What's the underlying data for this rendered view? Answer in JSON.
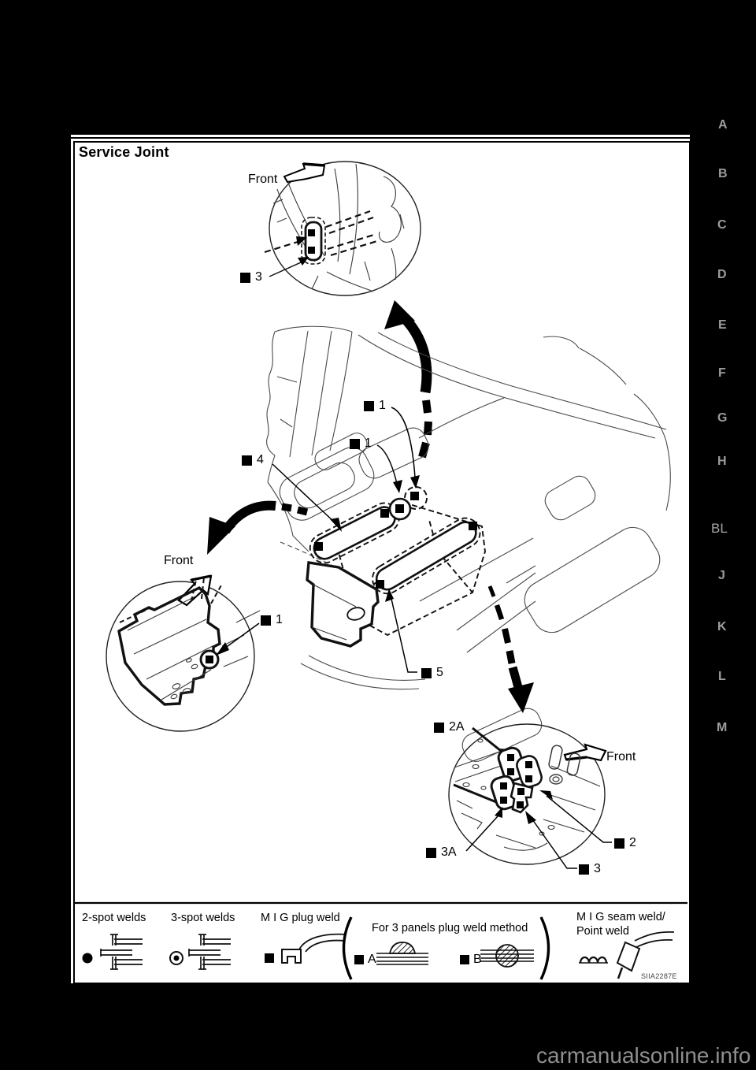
{
  "page": {
    "watermark": "carmanualsonline.info",
    "background_color": "#000000",
    "paper_color": "#ffffff"
  },
  "sidebar": {
    "letters": [
      "A",
      "B",
      "C",
      "D",
      "E",
      "F",
      "G",
      "H"
    ],
    "current_section": "BL",
    "letters_lower": [
      "J",
      "K",
      "L",
      "M"
    ]
  },
  "figure": {
    "title": "Service Joint",
    "code": "SIIA2287E",
    "front_label": "Front",
    "callouts": {
      "c1": "1",
      "c2": "2",
      "c3": "3",
      "c4": "4",
      "c5": "5",
      "c2a": "2A",
      "c3a": "3A"
    }
  },
  "legend": {
    "spot2": "2-spot welds",
    "spot3": "3-spot welds",
    "mig_plug": "M I G plug weld",
    "three_panel": "For 3 panels plug weld method",
    "panel_a": "A",
    "panel_b": "B",
    "mig_seam_line1": "M I G seam weld/",
    "mig_seam_line2": "Point weld"
  }
}
